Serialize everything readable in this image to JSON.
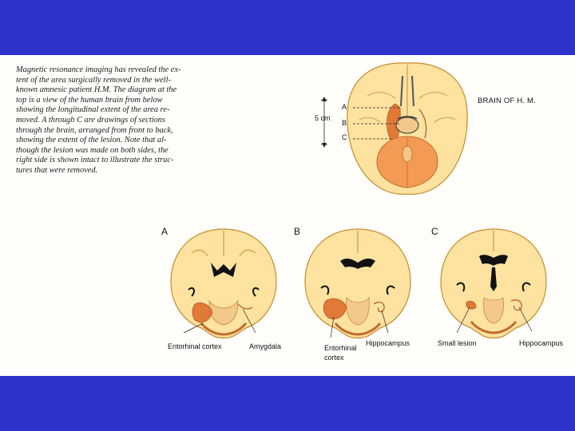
{
  "caption": {
    "lines": [
      "Magnetic resonance imaging has revealed the ex-",
      "tent of the area surgically removed in the well-",
      "known amnesic patient H.M. The diagram at the",
      "top is a view of the human brain from below",
      "showing the longitudinal extent of the area re-",
      "moved. A through C are drawings of sections",
      "through the brain, arranged from front to back,",
      "showing the extent  of the lesion. Note that al-",
      "though the lesion was made on both sides, the",
      "right side is shown intact to illustrate the struc-",
      "tures that were removed."
    ]
  },
  "ventral_view": {
    "title": "BRAIN OF H. M.",
    "scale_label": "5 cm",
    "section_markers": [
      "A",
      "B",
      "C"
    ]
  },
  "sections": {
    "a": {
      "letter": "A",
      "labels": [
        "Entorhinal cortex",
        "Amygdala"
      ]
    },
    "b": {
      "letter": "B",
      "labels": [
        "Entorhinal",
        "cortex",
        "Hippocampus"
      ]
    },
    "c": {
      "letter": "C",
      "labels": [
        "Small lesion",
        "Hippocampus"
      ]
    }
  },
  "colors": {
    "band": "#2f33c9",
    "brain_fill": "#fde2a0",
    "brain_outline": "#c9892c",
    "cerebellum": "#f39a55",
    "lesion": "#e07a36",
    "brainstem": "#f2c98a"
  }
}
